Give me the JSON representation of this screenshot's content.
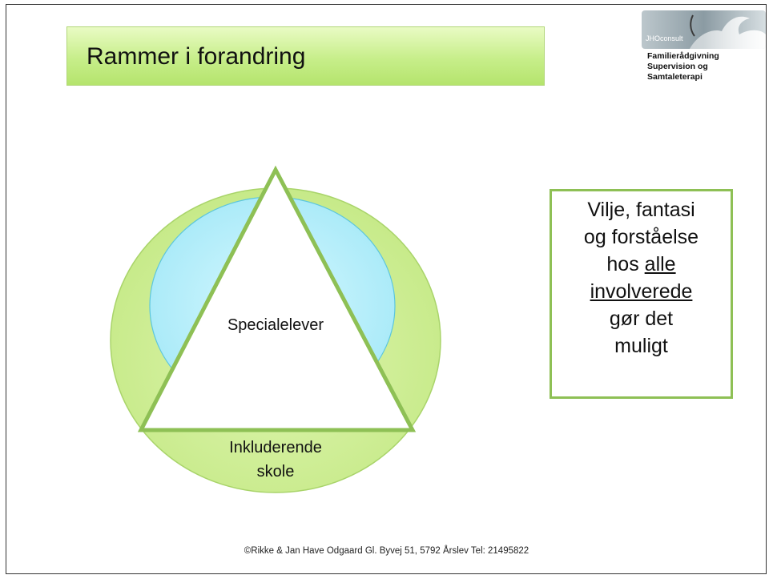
{
  "title": "Rammer i forandring",
  "logo": {
    "brand": "JHOconsult",
    "lines": [
      "Familierådgivning",
      "Supervision og",
      "Samtaleterapi"
    ]
  },
  "diagram": {
    "inner_label": "Specialelever",
    "outer_label_line1": "Inkluderende",
    "outer_label_line2": "skole",
    "colors": {
      "outer_fill": "#d0ef96",
      "inner_fill": "#a9ecf8",
      "stroke": "#8ec055"
    }
  },
  "note": {
    "lines": [
      "Vilje, fantasi",
      "og forståelse",
      "hos",
      "alle",
      "involverede",
      "gør det",
      "muligt"
    ]
  },
  "footer": "©Rikke & Jan Have Odgaard  Gl. Byvej 51, 5792 Årslev Tel: 21495822"
}
